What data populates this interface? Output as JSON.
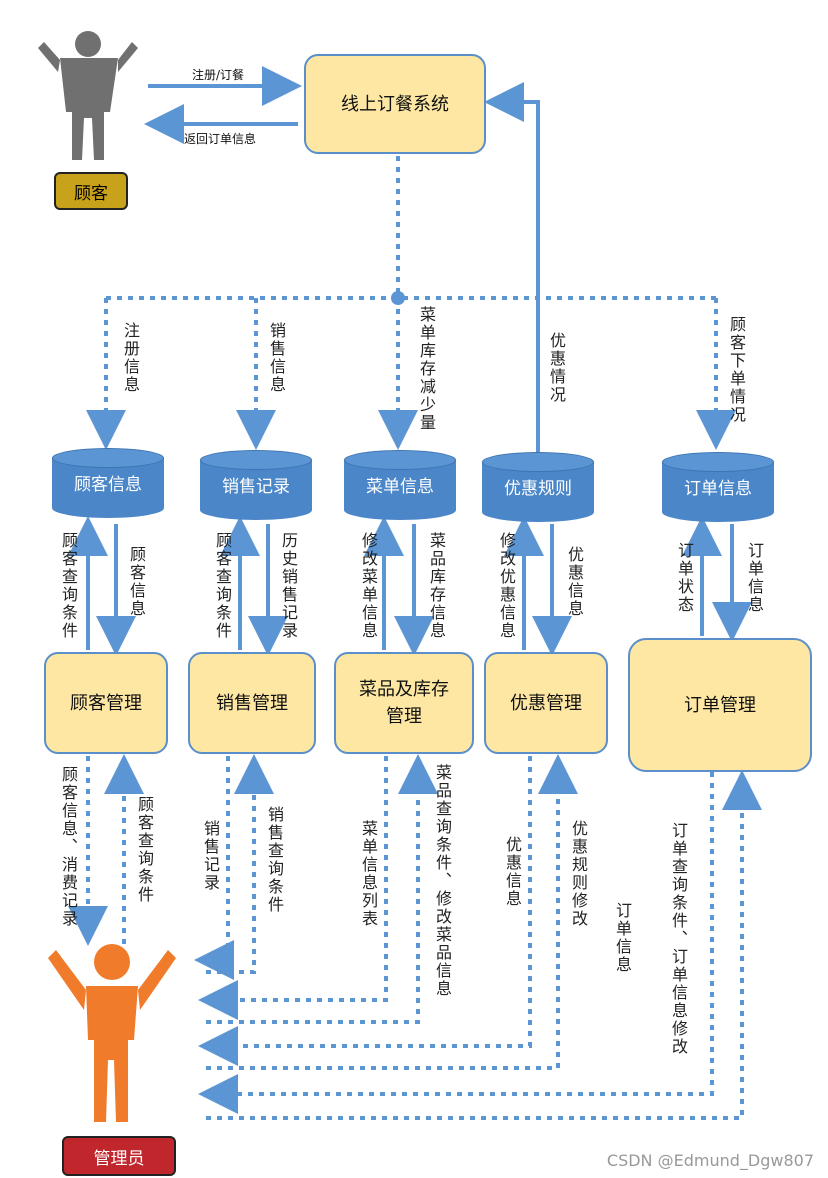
{
  "system": {
    "label": "线上订餐系统"
  },
  "actors": {
    "customer": "顾客",
    "admin": "管理员"
  },
  "top_flows": {
    "register": "注册/订餐",
    "return": "返回订单信息"
  },
  "datastores": {
    "customer_info": "顾客信息",
    "sales_records": "销售记录",
    "menu_info": "菜单信息",
    "discount_rules": "优惠规则",
    "order_info": "订单信息"
  },
  "processes": {
    "customer_mgmt": "顾客管理",
    "sales_mgmt": "销售管理",
    "dish_stock_mgmt": "菜品及库存管理",
    "discount_mgmt": "优惠管理",
    "order_mgmt": "订单管理"
  },
  "flows_down": {
    "register_info": "注册信息",
    "sales_info": "销售信息",
    "menu_stock_reduce": "菜单库存减少量",
    "discount_status": "优惠情况",
    "customer_order_status": "顾客下单情况"
  },
  "flows_mid": {
    "cust_query": "顾客查询条件",
    "cust_info": "顾客信息",
    "cust_query2": "顾客查询条件",
    "history_sales": "历史销售记录",
    "modify_menu": "修改菜单信息",
    "dish_stock": "菜品库存信息",
    "modify_discount": "修改优惠信息",
    "discount_info": "优惠信息",
    "order_status": "订单状态",
    "order_info": "订单信息"
  },
  "flows_bottom": {
    "cust_info_consume": "顾客信息、消费记录",
    "cust_query_cond": "顾客查询条件",
    "sales_record": "销售记录",
    "sales_query": "销售查询条件",
    "menu_list": "菜单信息列表",
    "dish_query_modify": "菜品查询条件、修改菜品信息",
    "discount_info": "优惠信息",
    "discount_rule_modify": "优惠规则修改",
    "order_info": "订单信息",
    "order_query_modify": "订单查询条件、订单信息修改"
  },
  "watermark": "CSDN @Edmund_Dgw807",
  "colors": {
    "line": "#5b95d4",
    "box_fill": "#fde7a3",
    "db_fill": "#4a86c8",
    "customer_tag": "#c9a21b",
    "admin_tag": "#c0272d"
  }
}
